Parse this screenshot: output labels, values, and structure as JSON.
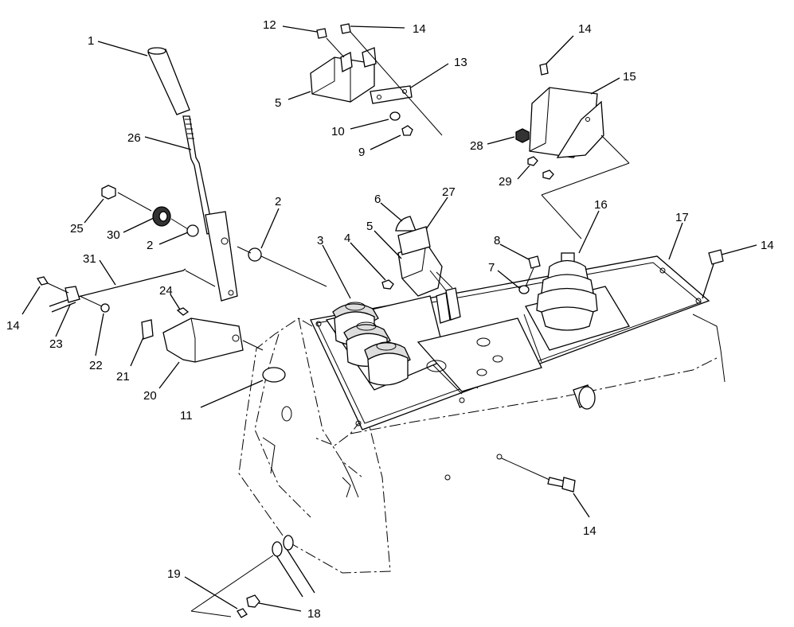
{
  "callouts": {
    "c1": "1",
    "c26": "26",
    "c25": "25",
    "c30": "30",
    "c2a": "2",
    "c2b": "2",
    "c31": "31",
    "c14a": "14",
    "c23": "23",
    "c22": "22",
    "c24": "24",
    "c21": "21",
    "c20": "20",
    "c11": "11",
    "c12": "12",
    "c14b": "14",
    "c5a": "5",
    "c13": "13",
    "c10": "10",
    "c9": "9",
    "c14c": "14",
    "c15": "15",
    "c28": "28",
    "c29": "29",
    "c6": "6",
    "c27": "27",
    "c3": "3",
    "c4": "4",
    "c5b": "5",
    "c8": "8",
    "c7": "7",
    "c16": "16",
    "c17": "17",
    "c14d": "14",
    "c14e": "14",
    "c19": "19",
    "c18": "18"
  }
}
